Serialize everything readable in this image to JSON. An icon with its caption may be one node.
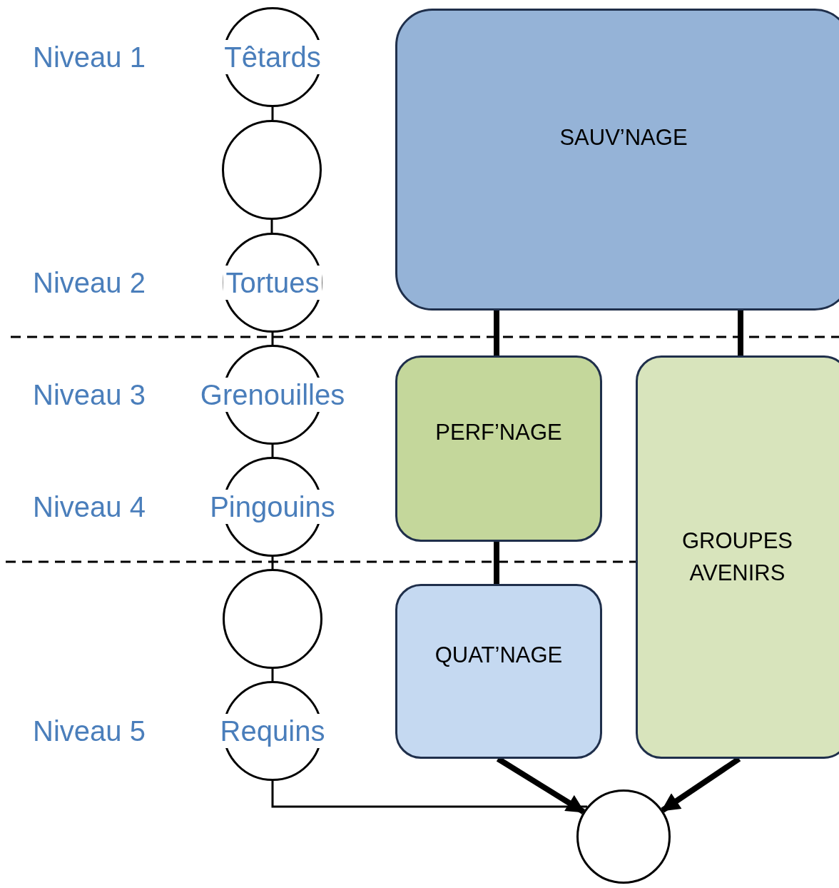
{
  "diagram": {
    "nodes": [
      {
        "text": [
          "Têtards"
        ]
      },
      {
        "text": [],
        "shape": "circle"
      },
      {
        "text": [
          "Tortues"
        ]
      },
      {
        "text": [
          "Grenouilles"
        ]
      },
      {
        "text": [
          "Pingouins"
        ]
      },
      {
        "text": [],
        "shape": "circle"
      },
      {
        "text": [
          "Requins"
        ]
      },
      {
        "text": [
          "SAUV’NAGE"
        ]
      },
      {
        "text": [
          "PERF’NAGE"
        ]
      },
      {
        "text": [
          "GROUPES AVENIRS"
        ]
      },
      {
        "text": [
          "QUAT’NAGE"
        ]
      },
      {
        "text": [],
        "shape": "circle"
      }
    ],
    "edges": [
      {
        "from": 0,
        "to": 1,
        "arrow": "none"
      },
      {
        "from": 1,
        "to": 2,
        "arrow": "none"
      },
      {
        "from": 2,
        "to": 3,
        "arrow": "none"
      },
      {
        "from": 3,
        "to": 4,
        "arrow": "none"
      },
      {
        "from": 4,
        "to": 5,
        "arrow": "none"
      },
      {
        "from": 5,
        "to": 6,
        "arrow": "none"
      },
      {
        "from": 6,
        "to": 11,
        "arrow": "none"
      },
      {
        "from": 7,
        "to": 8,
        "arrow": "none",
        "style": "thick"
      },
      {
        "from": 7,
        "to": 9,
        "arrow": "none",
        "style": "thick"
      },
      {
        "from": 8,
        "to": 10,
        "arrow": "none",
        "style": "thick"
      },
      {
        "from": 10,
        "to": 11,
        "arrow": "to",
        "style": "thick"
      },
      {
        "from": 9,
        "to": 11,
        "arrow": "to",
        "style": "thick"
      }
    ],
    "labels": [
      "Niveau 1",
      "Niveau 2",
      "Niveau 3",
      "Niveau 4",
      "Niveau 5"
    ]
  }
}
